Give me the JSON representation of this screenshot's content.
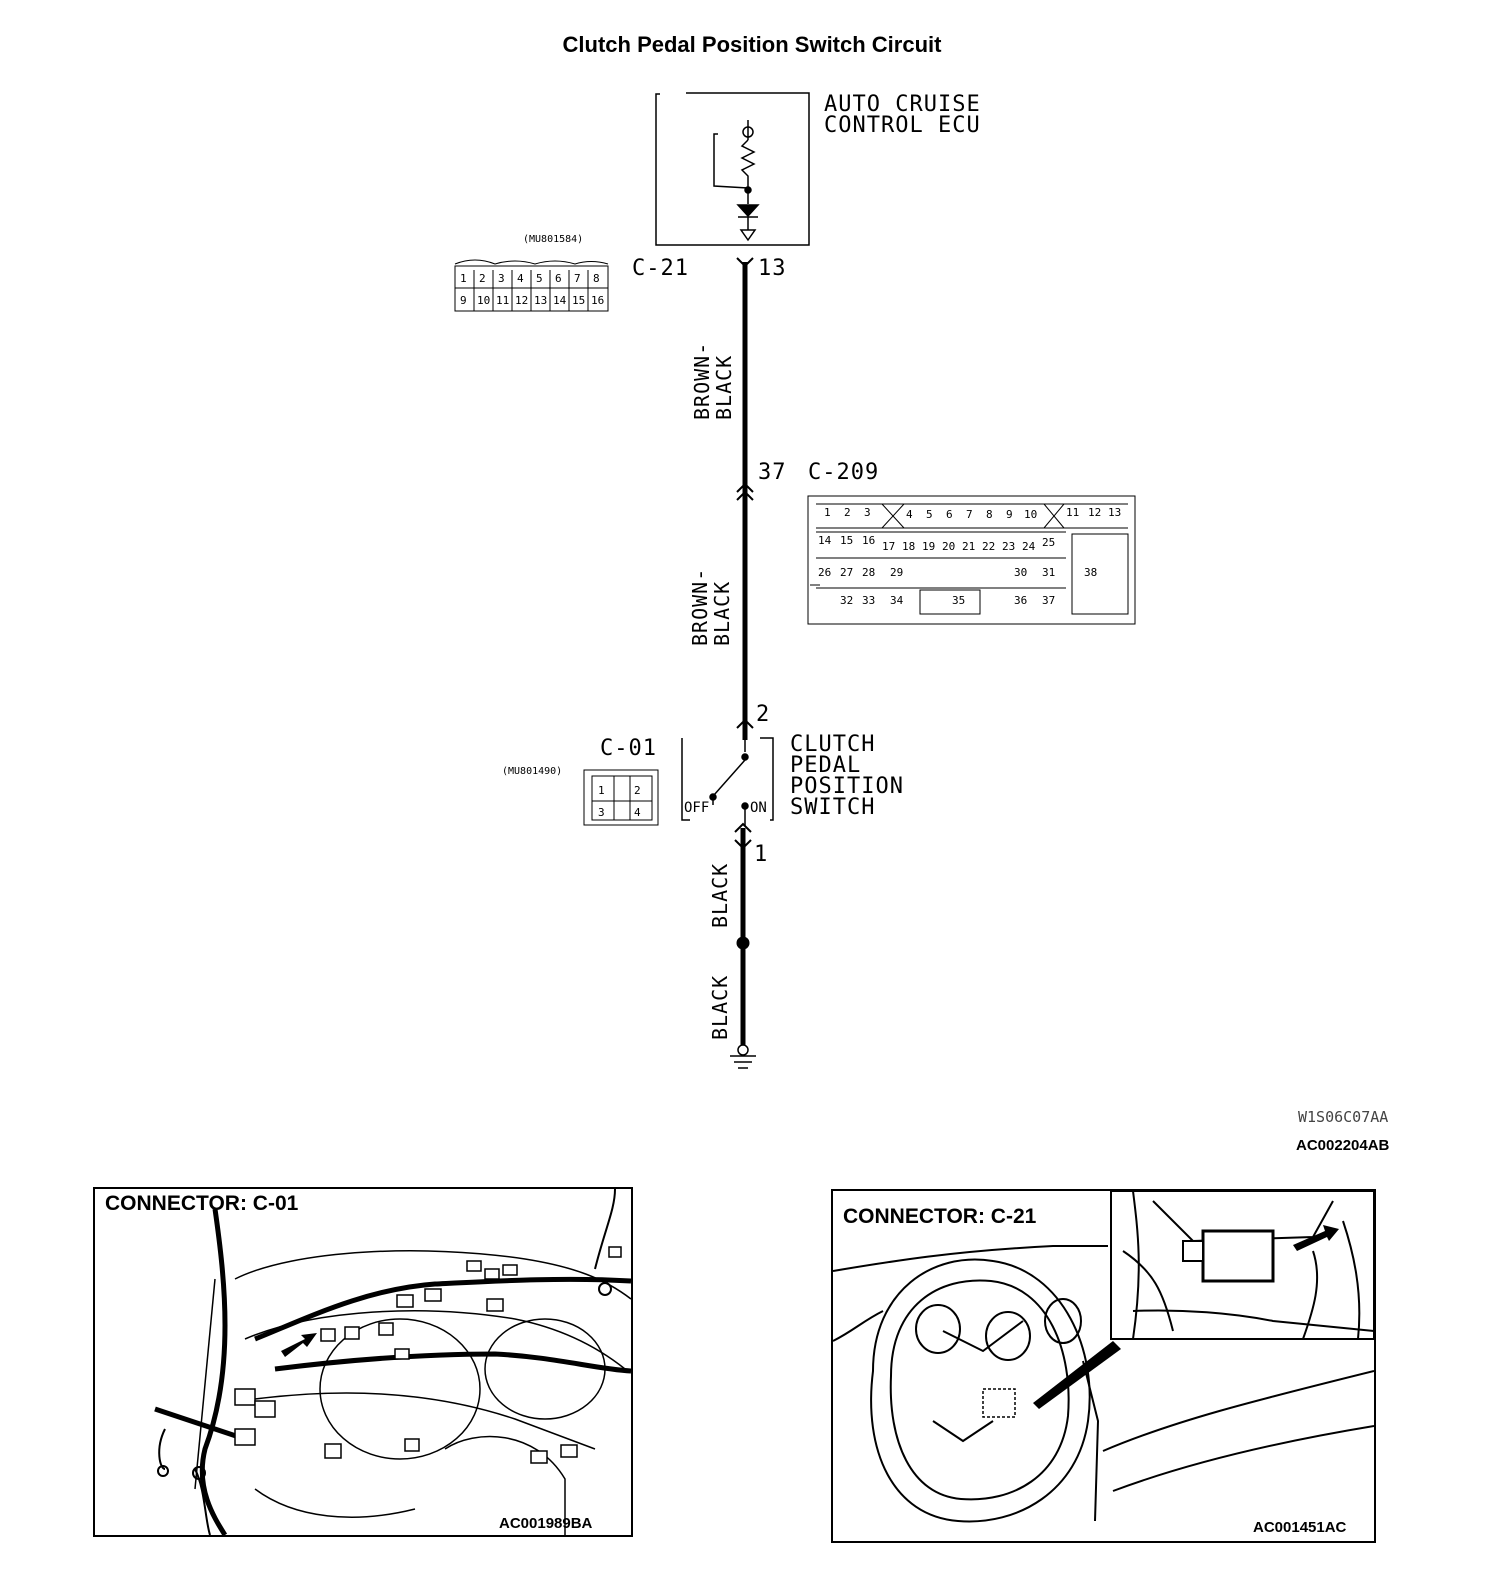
{
  "title": "Clutch Pedal Position Switch Circuit",
  "ecu": {
    "line1": "AUTO CRUISE",
    "line2": "CONTROL ECU"
  },
  "connector_c21": {
    "name": "C-21",
    "part": "(MU801584)",
    "pin": "13",
    "pins_row1": [
      "1",
      "2",
      "3",
      "4",
      "5",
      "6",
      "7",
      "8"
    ],
    "pins_row2": [
      "9",
      "10",
      "11",
      "12",
      "13",
      "14",
      "15",
      "16"
    ]
  },
  "connector_c209": {
    "name": "C-209",
    "pin": "37",
    "row1": [
      "1",
      "2",
      "3",
      "4",
      "5",
      "6",
      "7",
      "8",
      "9",
      "10",
      "11",
      "12",
      "13"
    ],
    "row2": [
      "14",
      "15",
      "16",
      "17",
      "18",
      "19",
      "20",
      "21",
      "22",
      "23",
      "24",
      "25"
    ],
    "row3": [
      "26",
      "27",
      "28",
      "29",
      "30",
      "31"
    ],
    "row4": [
      "32",
      "33",
      "34",
      "35",
      "36",
      "37"
    ],
    "big": "38"
  },
  "wire_upper": {
    "line1": "BROWN-",
    "line2": "BLACK"
  },
  "wire_middle": {
    "line1": "BROWN-",
    "line2": "BLACK"
  },
  "switch": {
    "connector": "C-01",
    "part": "(MU801490)",
    "pin_top": "2",
    "pin_bottom": "1",
    "off": "OFF",
    "on": "ON",
    "name_lines": [
      "CLUTCH",
      "PEDAL",
      "POSITION",
      "SWITCH"
    ],
    "pins": [
      "1",
      "2",
      "3",
      "4"
    ]
  },
  "wire_lower1": "BLACK",
  "wire_lower2": "BLACK",
  "code_small": "W1S06C07AA",
  "code_main": "AC002204AB",
  "panel_left": {
    "title": "CONNECTOR: C-01",
    "code": "AC001989BA"
  },
  "panel_right": {
    "title": "CONNECTOR: C-21",
    "code": "AC001451AC"
  }
}
